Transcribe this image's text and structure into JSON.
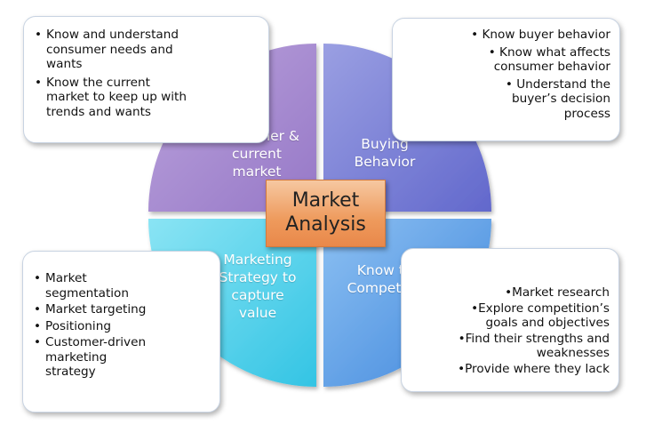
{
  "center": {
    "line1": "Market",
    "line2": "Analysis"
  },
  "quadrants": [
    {
      "id": "top-left",
      "lines": [
        "Consumer &",
        "current",
        "market"
      ],
      "color": "#a58ad0"
    },
    {
      "id": "top-right",
      "lines": [
        "Buying",
        "Behavior"
      ],
      "color": "#7a7fd6"
    },
    {
      "id": "bottom-left",
      "lines": [
        "Marketing",
        "Strategy to",
        "capture",
        "value"
      ],
      "color": "#4fd3ec"
    },
    {
      "id": "bottom-right",
      "lines": [
        "Know the",
        "Competition"
      ],
      "color": "#5a9ae6"
    }
  ],
  "notes": {
    "top_left": [
      [
        "Know and understand",
        "consumer needs and",
        "wants"
      ],
      [
        "Know the current",
        "market to keep up with",
        "trends and wants"
      ]
    ],
    "top_right": [
      [
        "• Know buyer behavior"
      ],
      [
        "• Know what affects",
        "consumer behavior"
      ],
      [
        "• Understand the",
        "buyer’s decision",
        "process"
      ]
    ],
    "bottom_left": [
      [
        "Market",
        "segmentation"
      ],
      [
        "Market targeting"
      ],
      [
        "Positioning"
      ],
      [
        "Customer-driven",
        "marketing",
        "strategy"
      ]
    ],
    "bottom_right": [
      [
        "•Market research"
      ],
      [
        "•Explore competition’s",
        "goals and objectives"
      ],
      [
        "•Find their strengths and",
        "weaknesses"
      ],
      [
        "•Provide where they lack"
      ]
    ]
  }
}
